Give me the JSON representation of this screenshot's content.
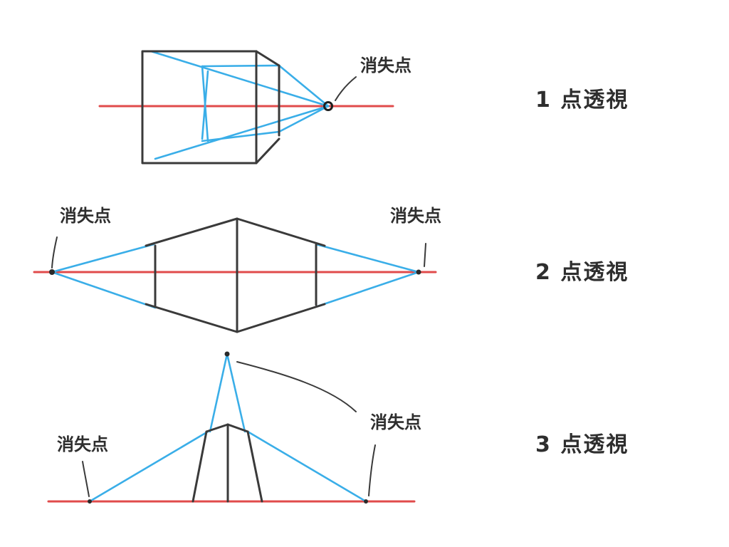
{
  "diagrams": [
    {
      "title": "1 点透視",
      "vp_labels": [
        "消失点"
      ]
    },
    {
      "title": "2 点透視",
      "vp_labels": [
        "消失点",
        "消失点"
      ]
    },
    {
      "title": "3 点透視",
      "vp_labels": [
        "消失点",
        "消失点"
      ]
    }
  ],
  "colors": {
    "horizon": "#e04b4b",
    "construction": "#3aaee8",
    "edges": "#3a3a3a"
  }
}
